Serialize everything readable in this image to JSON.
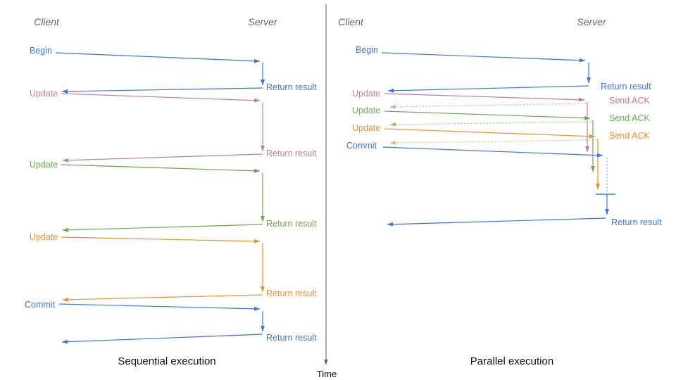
{
  "diagram": {
    "left_panel": {
      "title": "Sequential execution",
      "client_header": "Client",
      "server_header": "Server",
      "steps": [
        {
          "request": "Begin",
          "response": "Return result",
          "color": "#3c78d8"
        },
        {
          "request": "Update",
          "response": "Return result",
          "color": "#c27ba0"
        },
        {
          "request": "Update",
          "response": "Return result",
          "color": "#6aa84f"
        },
        {
          "request": "Update",
          "response": "Return result",
          "color": "#e69138"
        },
        {
          "request": "Commit",
          "response": "Return result",
          "color": "#3c78d8"
        }
      ]
    },
    "right_panel": {
      "title": "Parallel execution",
      "client_header": "Client",
      "server_header": "Server",
      "steps": [
        {
          "request": "Begin",
          "response": "Return result",
          "color": "#3c78d8"
        },
        {
          "request": "Update",
          "response": "Send ACK",
          "color": "#c27ba0"
        },
        {
          "request": "Update",
          "response": "Send ACK",
          "color": "#6aa84f"
        },
        {
          "request": "Update",
          "response": "Send ACK",
          "color": "#e69138"
        },
        {
          "request": "Commit",
          "response": "Return result",
          "color": "#3c78d8"
        }
      ]
    },
    "time_axis": {
      "label": "Time"
    },
    "colors": {
      "blue": "#3c78d8",
      "pink": "#c27ba0",
      "green": "#6aa84f",
      "orange": "#e69138",
      "blue_light": "#6d9eeb",
      "pink_light": "#d5a6bd",
      "green_light": "#93c47d",
      "orange_light": "#f6b26b",
      "axis_gray": "#595959",
      "header_gray": "#666666"
    }
  }
}
